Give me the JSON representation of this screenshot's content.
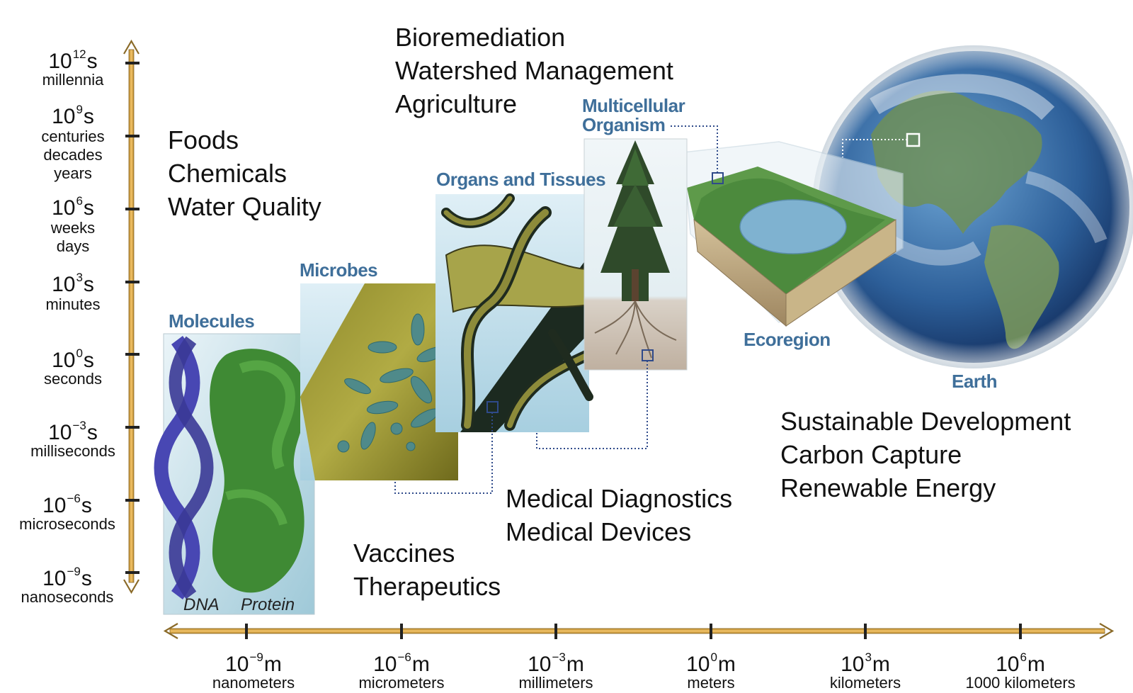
{
  "time_axis": {
    "ticks": [
      {
        "exp": "12",
        "units": [
          "millennia"
        ]
      },
      {
        "exp": "9",
        "units": [
          "centuries",
          "decades",
          "years"
        ]
      },
      {
        "exp": "6",
        "units": [
          "weeks",
          "days"
        ]
      },
      {
        "exp": "3",
        "units": [
          "minutes"
        ]
      },
      {
        "exp": "0",
        "units": [
          "seconds"
        ]
      },
      {
        "exp": "−3",
        "units": [
          "milliseconds"
        ]
      },
      {
        "exp": "−6",
        "units": [
          "microseconds"
        ]
      },
      {
        "exp": "−9",
        "units": [
          "nanoseconds"
        ]
      }
    ],
    "base": "10",
    "suffix": "s"
  },
  "length_axis": {
    "ticks": [
      {
        "exp": "−9",
        "unit": "nanometers"
      },
      {
        "exp": "−6",
        "unit": "micrometers"
      },
      {
        "exp": "−3",
        "unit": "millimeters"
      },
      {
        "exp": "0",
        "unit": "meters"
      },
      {
        "exp": "3",
        "unit": "kilometers"
      },
      {
        "exp": "6",
        "unit": "1000 kilometers"
      }
    ],
    "base": "10",
    "suffix": "m"
  },
  "panels": {
    "molecules": "Molecules",
    "microbes": "Microbes",
    "organs": "Organs and Tissues",
    "multicellular_1": "Multicellular",
    "multicellular_2": "Organism",
    "ecoregion": "Ecoregion",
    "earth": "Earth",
    "dna": "DNA",
    "protein": "Protein"
  },
  "applications": {
    "foods": [
      "Foods",
      "Chemicals",
      "Water Quality"
    ],
    "bioremediation": [
      "Bioremediation",
      "Watershed Management",
      "Agriculture"
    ],
    "sustainable": [
      "Sustainable Development",
      "Carbon Capture",
      "Renewable Energy"
    ],
    "medical": [
      "Medical Diagnostics",
      "Medical Devices"
    ],
    "vaccines": [
      "Vaccines",
      "Therapeutics"
    ]
  },
  "colors": {
    "axis": "#d9a441",
    "label_blue": "#3f6f9a"
  }
}
